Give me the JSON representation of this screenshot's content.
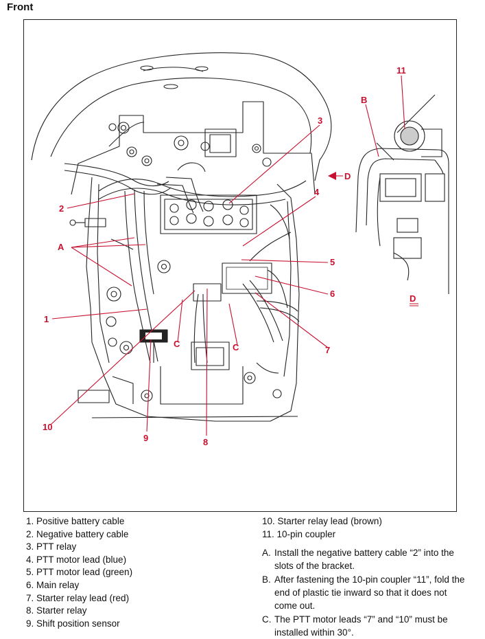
{
  "heading": "Front",
  "callouts": {
    "n1": "1",
    "n2": "2",
    "n3": "3",
    "n4": "4",
    "n5": "5",
    "n6": "6",
    "n7": "7",
    "n8": "8",
    "n9": "9",
    "n10": "10",
    "n11": "11",
    "a": "A",
    "b": "B",
    "c1": "C",
    "c2": "C",
    "d_arrow": "D",
    "d_view": "D"
  },
  "legend_left": [
    "1. Positive battery cable",
    "2. Negative battery cable",
    "3. PTT relay",
    "4. PTT motor lead (blue)",
    "5. PTT motor lead (green)",
    "6. Main relay",
    "7. Starter relay lead (red)",
    "8. Starter relay",
    "9. Shift position sensor"
  ],
  "legend_right": [
    "10. Starter relay lead (brown)",
    "11. 10-pin coupler"
  ],
  "notes": [
    {
      "letter": "A.",
      "text": "Install the negative battery cable “2” into the slots of the bracket."
    },
    {
      "letter": "B.",
      "text": "After fastening the 10-pin coupler “11”, fold the end of plastic tie inward so that it does not come out."
    },
    {
      "letter": "C.",
      "text": "The PTT motor leads “7” and “10” must be installed within 30°."
    }
  ],
  "colors": {
    "callout": "#c8102e",
    "line": "#222222"
  }
}
